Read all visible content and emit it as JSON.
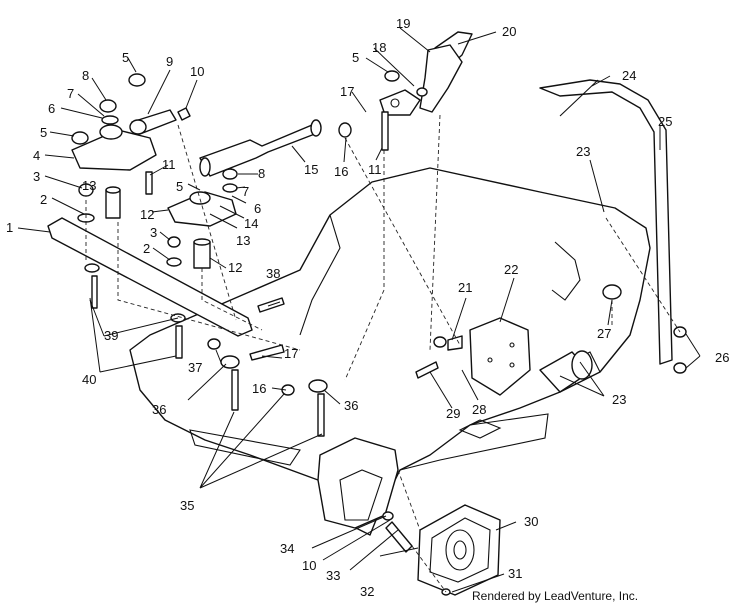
{
  "diagram": {
    "callouts": [
      "1",
      "2",
      "3",
      "4",
      "5",
      "6",
      "7",
      "8",
      "9",
      "10",
      "11",
      "12",
      "13",
      "14",
      "15",
      "16",
      "17",
      "18",
      "19",
      "20",
      "21",
      "22",
      "23",
      "24",
      "25",
      "26",
      "27",
      "28",
      "29",
      "30",
      "31",
      "32",
      "33",
      "34",
      "35",
      "36",
      "37",
      "38",
      "39",
      "40"
    ],
    "credit": "Rendered by LeadVenture, Inc."
  }
}
